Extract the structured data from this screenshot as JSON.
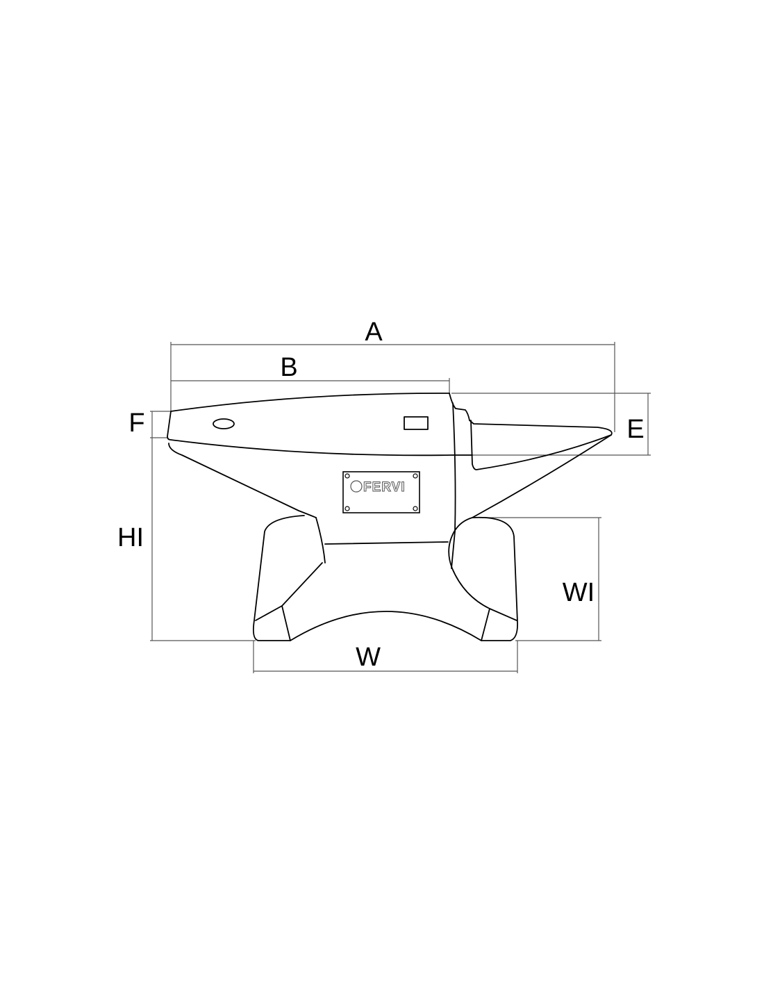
{
  "diagram": {
    "subject": "anvil",
    "dimension_labels": {
      "A": "A",
      "B": "B",
      "E": "E",
      "F": "F",
      "HI": "HI",
      "WI": "WI",
      "W": "W"
    },
    "nameplate": {
      "brand": "FERVI"
    }
  }
}
